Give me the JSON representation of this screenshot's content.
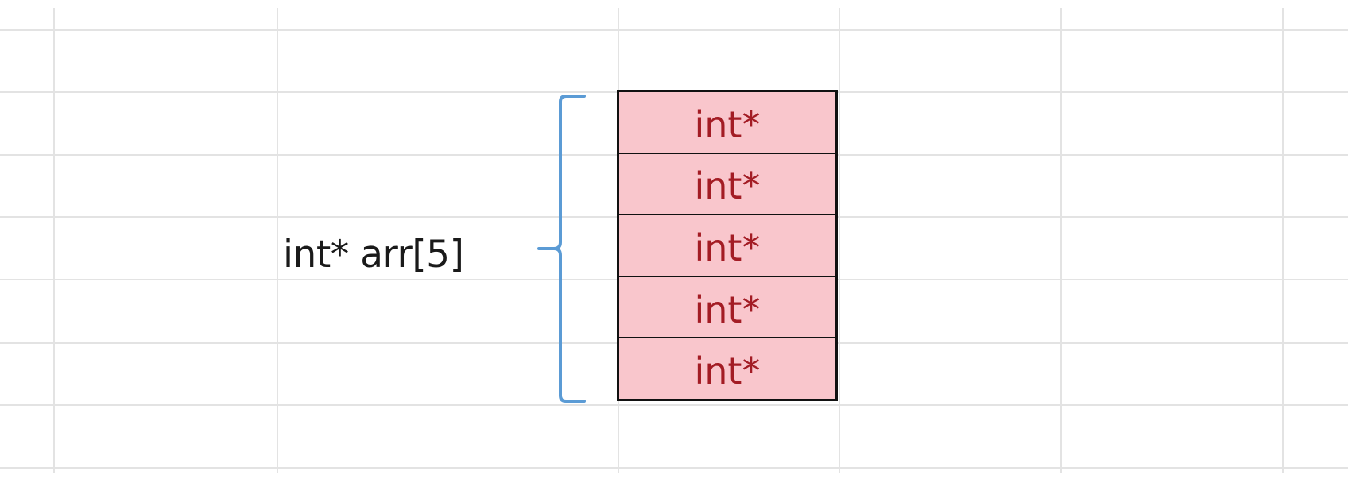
{
  "declaration": "int* arr[5]",
  "cells": [
    "int*",
    "int*",
    "int*",
    "int*",
    "int*"
  ],
  "colors": {
    "cell_fill": "#f9c6cc",
    "cell_text": "#a31c24",
    "brace": "#5b9bd5",
    "grid": "#e3e3e3"
  }
}
